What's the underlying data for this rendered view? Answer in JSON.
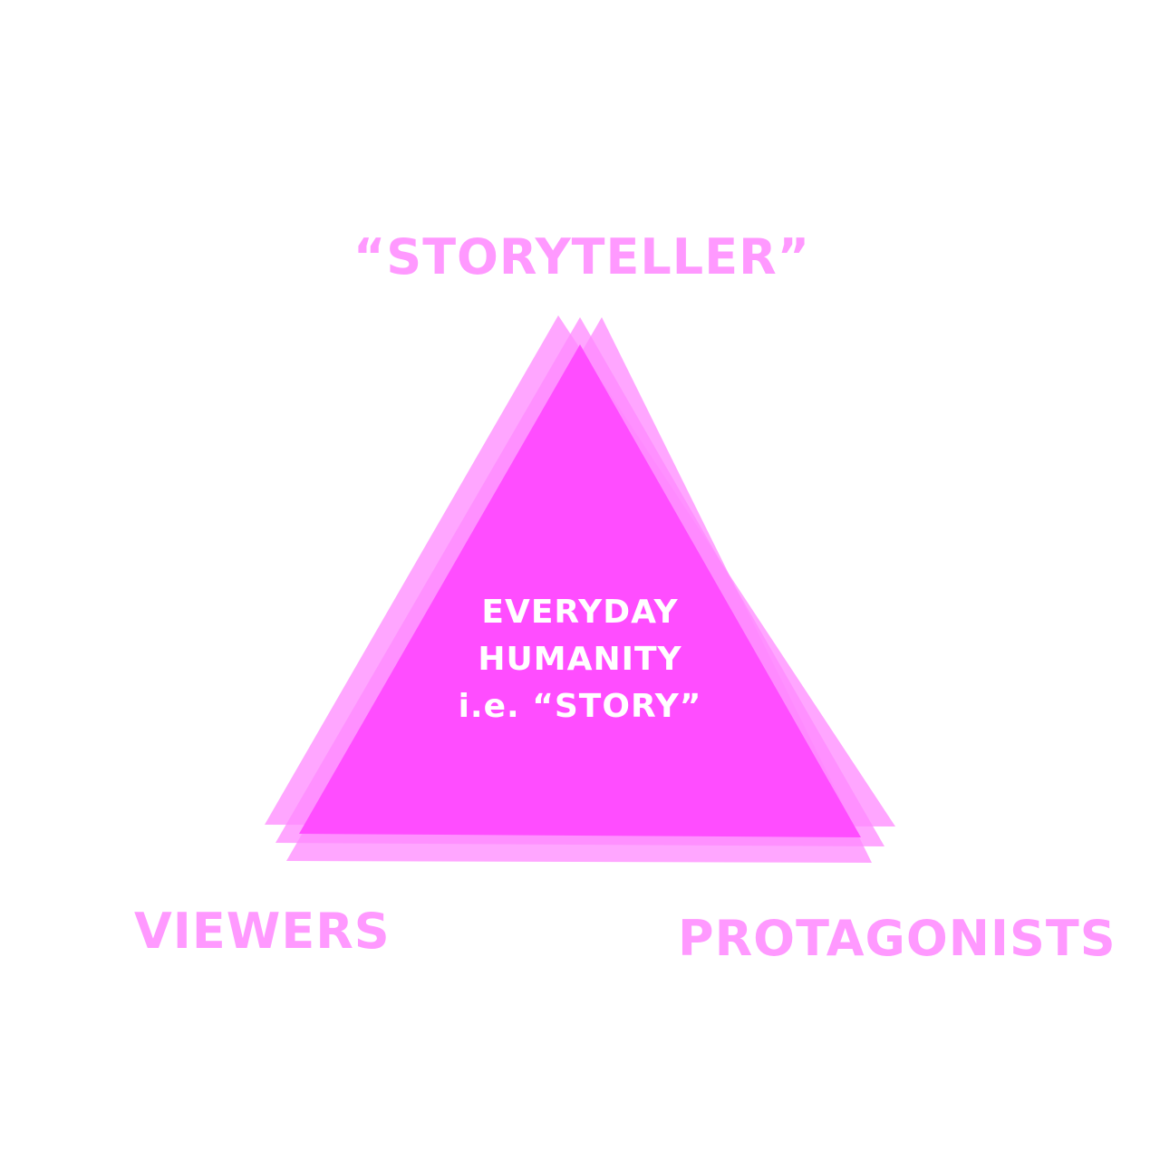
{
  "colors": {
    "background": "#ffffff",
    "label": "#ff99ff",
    "triangle_light": "#ff88ff",
    "triangle_core": "#ff4dff",
    "center_text": "#ffffff"
  },
  "labels": {
    "top": "“STORYTELLER”",
    "bottom_left": "VIEWERS",
    "bottom_right": "PROTAGONISTS"
  },
  "center": {
    "line1": "EVERYDAY",
    "line2": "HUMANITY",
    "line3": "i.e. “STORY”"
  }
}
